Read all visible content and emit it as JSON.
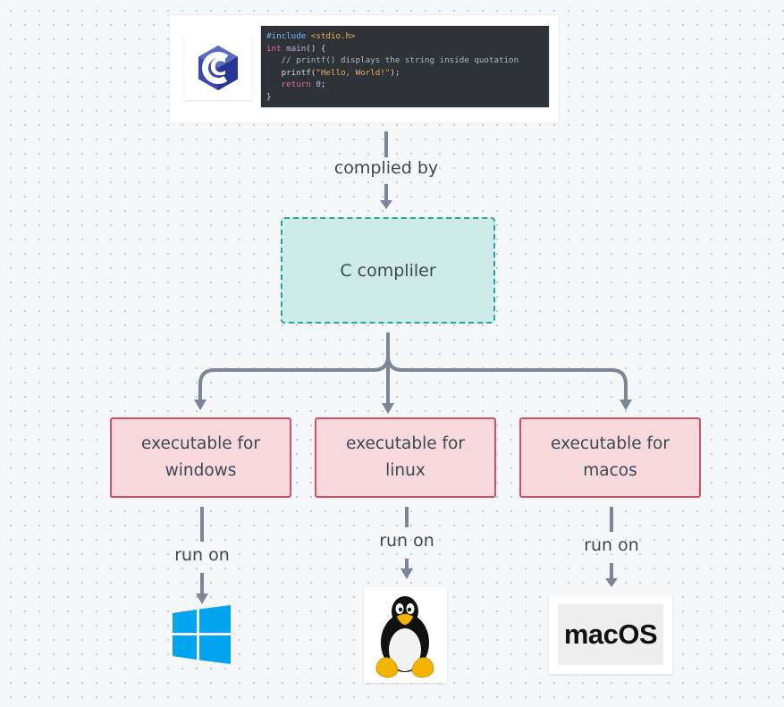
{
  "code": {
    "lines": [
      [
        {
          "t": "#include ",
          "c": "c-pp"
        },
        {
          "t": "<stdio.h>",
          "c": "c-str"
        }
      ],
      [
        {
          "t": "int ",
          "c": "c-kw"
        },
        {
          "t": "main",
          "c": "c-fn"
        },
        {
          "t": "() {",
          "c": "c-plain"
        }
      ],
      [
        {
          "t": "   // printf() displays the string inside quotation",
          "c": "c-com"
        }
      ],
      [
        {
          "t": "   printf(",
          "c": "c-plain"
        },
        {
          "t": "\"Hello, World!\"",
          "c": "c-str"
        },
        {
          "t": ");",
          "c": "c-plain"
        }
      ],
      [
        {
          "t": "   return ",
          "c": "c-kw"
        },
        {
          "t": "0",
          "c": "c-num"
        },
        {
          "t": ";",
          "c": "c-plain"
        }
      ],
      [
        {
          "t": "}",
          "c": "c-plain"
        }
      ]
    ]
  },
  "c_logo": {
    "letter": "C",
    "colors": {
      "dark": "#283593",
      "mid": "#3949ab",
      "light": "#5c6bc0"
    }
  },
  "labels": {
    "compiled_by": "complied by",
    "compiler": "C compliler",
    "run_on_windows": "run on",
    "run_on_linux": "run on",
    "run_on_macos": "run on"
  },
  "executables": [
    {
      "line1": "executable for",
      "line2": "windows"
    },
    {
      "line1": "executable for",
      "line2": "linux"
    },
    {
      "line1": "executable for",
      "line2": "macos"
    }
  ],
  "os": {
    "windows_icon": "windows-logo",
    "linux_icon": "tux-penguin",
    "macos_text": "macOS"
  },
  "colors": {
    "arrow": "#7b8794",
    "compiler_fill": "#cdece9",
    "compiler_border": "#26a69a",
    "exe_fill": "#f7d9de",
    "exe_border": "#d4525f",
    "windows_blue": "#00a4ef"
  }
}
